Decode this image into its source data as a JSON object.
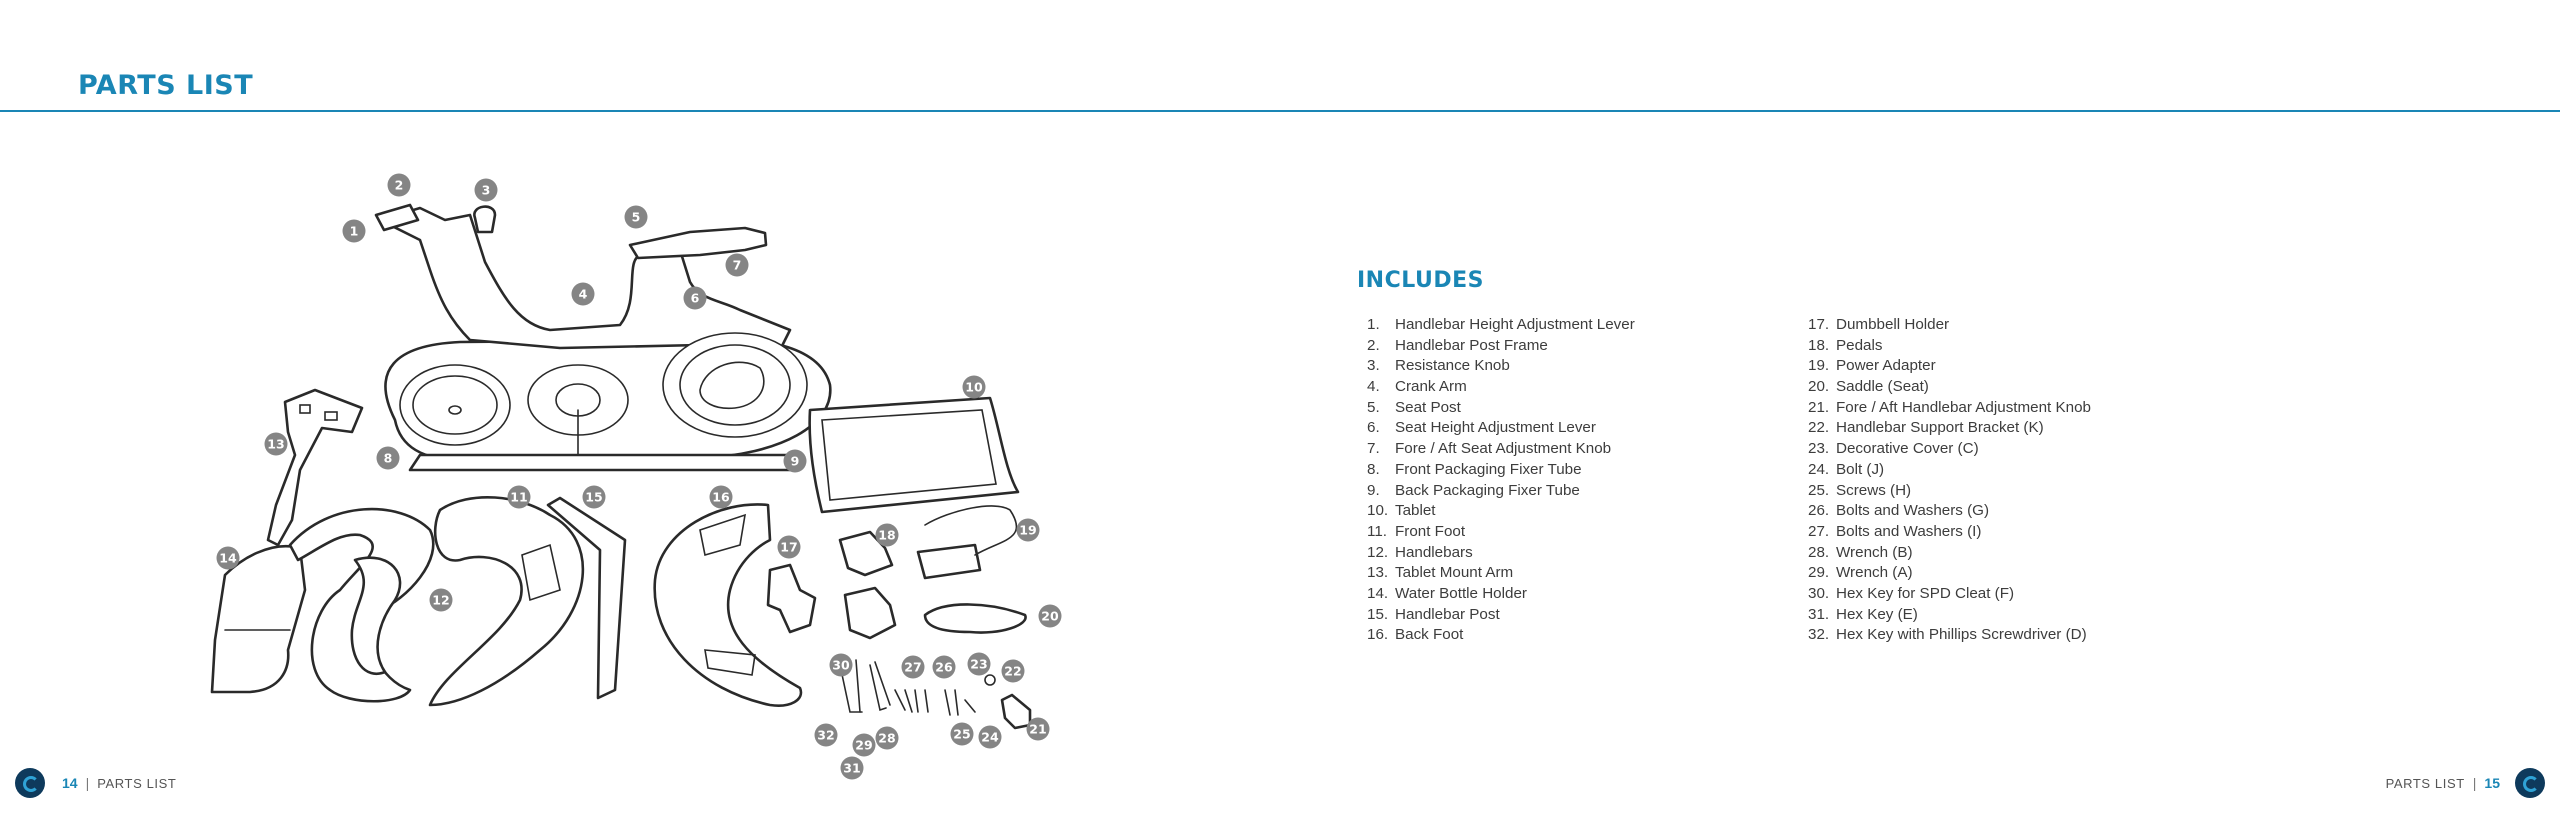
{
  "header": {
    "title": "PARTS LIST"
  },
  "includes": {
    "heading": "INCLUDES",
    "items": [
      {
        "num": "1.",
        "label": "Handlebar Height Adjustment Lever"
      },
      {
        "num": "2.",
        "label": "Handlebar Post Frame"
      },
      {
        "num": "3.",
        "label": "Resistance Knob"
      },
      {
        "num": "4.",
        "label": "Crank Arm"
      },
      {
        "num": "5.",
        "label": "Seat Post"
      },
      {
        "num": "6.",
        "label": "Seat Height Adjustment Lever"
      },
      {
        "num": "7.",
        "label": "Fore / Aft Seat Adjustment Knob"
      },
      {
        "num": "8.",
        "label": "Front Packaging Fixer Tube"
      },
      {
        "num": "9.",
        "label": "Back Packaging Fixer Tube"
      },
      {
        "num": "10.",
        "label": "Tablet"
      },
      {
        "num": "11.",
        "label": "Front Foot"
      },
      {
        "num": "12.",
        "label": "Handlebars"
      },
      {
        "num": "13.",
        "label": "Tablet Mount Arm"
      },
      {
        "num": "14.",
        "label": "Water Bottle Holder"
      },
      {
        "num": "15.",
        "label": "Handlebar Post"
      },
      {
        "num": "16.",
        "label": "Back Foot"
      },
      {
        "num": "17.",
        "label": "Dumbbell Holder"
      },
      {
        "num": "18.",
        "label": "Pedals"
      },
      {
        "num": "19.",
        "label": "Power Adapter"
      },
      {
        "num": "20.",
        "label": "Saddle (Seat)"
      },
      {
        "num": "21.",
        "label": "Fore / Aft Handlebar Adjustment Knob"
      },
      {
        "num": "22.",
        "label": "Handlebar Support Bracket (K)"
      },
      {
        "num": "23.",
        "label": "Decorative Cover (C)"
      },
      {
        "num": "24.",
        "label": "Bolt (J)"
      },
      {
        "num": "25.",
        "label": "Screws (H)"
      },
      {
        "num": "26.",
        "label": "Bolts and Washers (G)"
      },
      {
        "num": "27.",
        "label": "Bolts and Washers (I)"
      },
      {
        "num": "28.",
        "label": "Wrench (B)"
      },
      {
        "num": "29.",
        "label": "Wrench (A)"
      },
      {
        "num": "30.",
        "label": "Hex Key for SPD Cleat (F)"
      },
      {
        "num": "31.",
        "label": "Hex Key (E)"
      },
      {
        "num": "32.",
        "label": "Hex Key with Phillips Screwdriver (D)"
      }
    ]
  },
  "diagram": {
    "callouts": [
      "1",
      "2",
      "3",
      "4",
      "5",
      "6",
      "7",
      "8",
      "9",
      "10",
      "11",
      "12",
      "13",
      "14",
      "15",
      "16",
      "17",
      "18",
      "19",
      "20",
      "21",
      "22",
      "23",
      "24",
      "25",
      "26",
      "27",
      "28",
      "29",
      "30",
      "31",
      "32"
    ]
  },
  "footer": {
    "left_page": "14",
    "right_page": "15",
    "separator": "|",
    "section": "PARTS LIST"
  },
  "colors": {
    "accent": "#1a86b5",
    "callout": "#858585",
    "logo": "#0e3a5c"
  }
}
